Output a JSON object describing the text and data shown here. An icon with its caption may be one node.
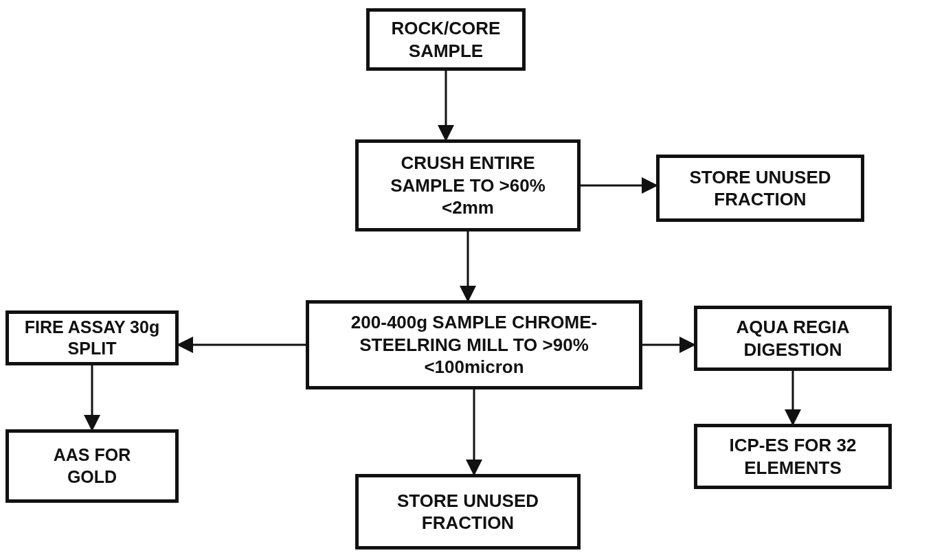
{
  "diagram": {
    "nodes": [
      {
        "text": [
          "ROCK/CORE SAMPLE"
        ]
      },
      {
        "text": [
          "CRUSH ENTIRE SAMPLE TO >60% <2mm"
        ]
      },
      {
        "text": [
          "STORE UNUSED FRACTION"
        ]
      },
      {
        "text": [
          "200-400g SAMPLE CHROME-STEELRING MILL TO >90%<100micron"
        ]
      },
      {
        "text": [
          "FIRE ASSAY 30g SPLIT"
        ]
      },
      {
        "text": [
          "AQUA REGIA DIGESTION"
        ]
      },
      {
        "text": [
          "AAS FOR GOLD"
        ]
      },
      {
        "text": [
          "STORE UNUSED FRACTION"
        ]
      },
      {
        "text": [
          "ICP-ES FOR 32 ELEMENTS"
        ]
      }
    ],
    "edges": [
      {
        "from": 0,
        "to": 1,
        "arrow": "to"
      },
      {
        "from": 1,
        "to": 2,
        "arrow": "to"
      },
      {
        "from": 1,
        "to": 3,
        "arrow": "to"
      },
      {
        "from": 3,
        "to": 4,
        "arrow": "to"
      },
      {
        "from": 3,
        "to": 5,
        "arrow": "to"
      },
      {
        "from": 3,
        "to": 7,
        "arrow": "to"
      },
      {
        "from": 4,
        "to": 6,
        "arrow": "to"
      },
      {
        "from": 5,
        "to": 8,
        "arrow": "to"
      }
    ]
  }
}
